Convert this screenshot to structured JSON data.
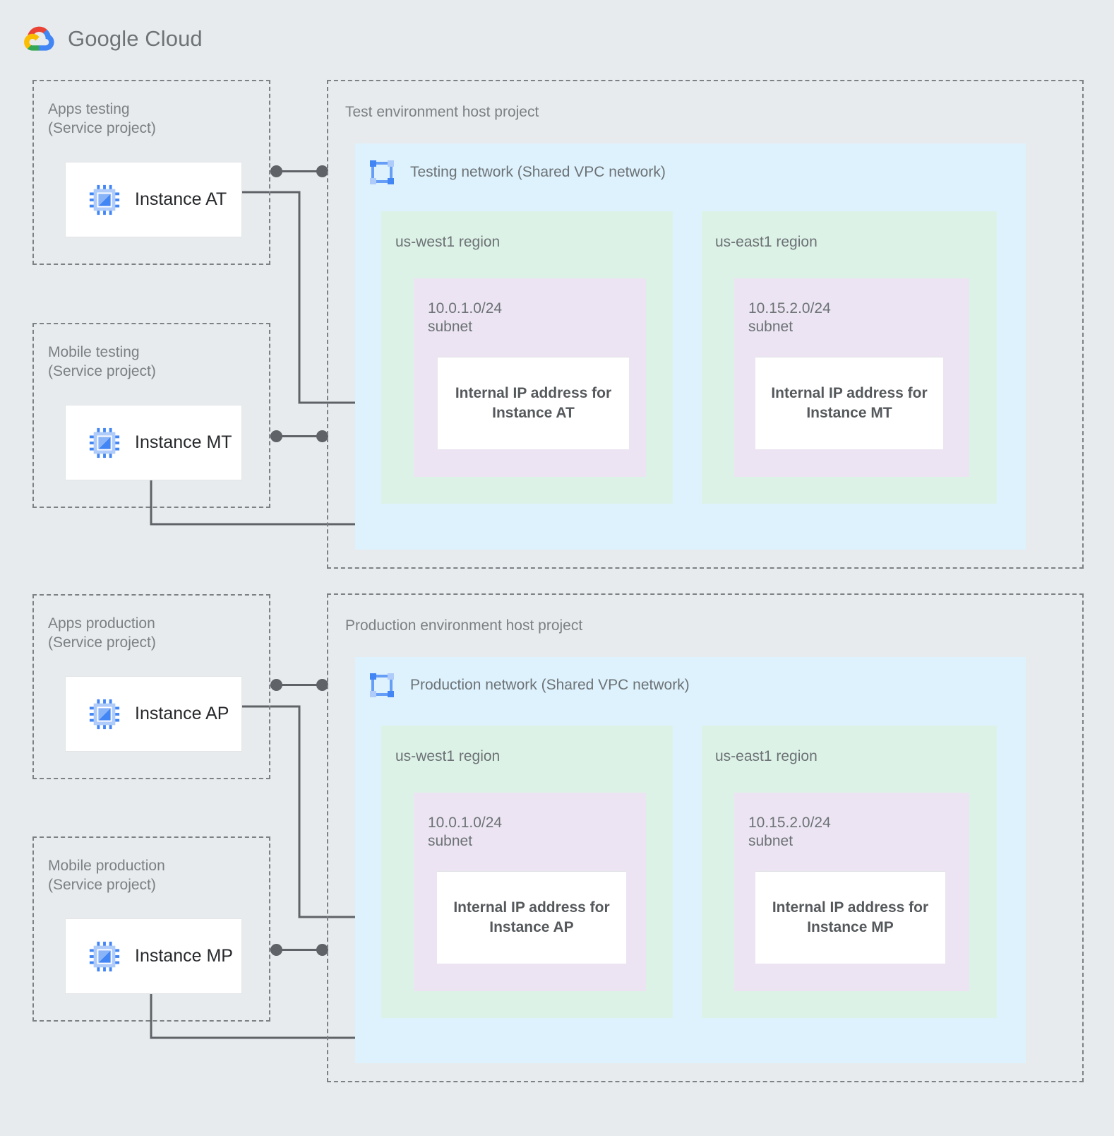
{
  "brand": {
    "name": "Google Cloud",
    "logo_icon": "google-cloud-logo",
    "colors": {
      "red": "#ea4335",
      "yellow": "#fbbc04",
      "green": "#34a853",
      "blue": "#4285f4"
    }
  },
  "palette": {
    "page_background": "#e8ebed",
    "vpc_panel": "#def2fd",
    "region_box": "#ddf2e7",
    "subnet_box": "#ece4f2",
    "card_background": "#ffffff",
    "connector": "#5f6368",
    "dashed_border": "#7c8185",
    "label_text": "#6c7275",
    "instance_text": "#26282b",
    "ip_text": "#55595c",
    "icon_blue": "#4285f4",
    "icon_blue_light": "#8ab4f8"
  },
  "service_projects": [
    {
      "id": "apps-testing",
      "title": "Apps testing\n(Service project)",
      "instance": {
        "label": "Instance AT",
        "icon": "vm-instance-icon"
      }
    },
    {
      "id": "mobile-testing",
      "title": "Mobile testing\n(Service project)",
      "instance": {
        "label": "Instance MT",
        "icon": "vm-instance-icon"
      }
    },
    {
      "id": "apps-production",
      "title": "Apps production\n(Service project)",
      "instance": {
        "label": "Instance AP",
        "icon": "vm-instance-icon"
      }
    },
    {
      "id": "mobile-production",
      "title": "Mobile production\n(Service project)",
      "instance": {
        "label": "Instance MP",
        "icon": "vm-instance-icon"
      }
    }
  ],
  "host_projects": [
    {
      "id": "test-environment",
      "title": "Test environment host project",
      "network": {
        "title": "Testing network (Shared VPC network)",
        "icon": "vpc-network-icon"
      },
      "regions": [
        {
          "id": "test-us-west1",
          "title": "us-west1 region",
          "subnet": {
            "title": "10.0.1.0/24\nsubnet",
            "ip_card": "Internal IP address for\nInstance AT"
          }
        },
        {
          "id": "test-us-east1",
          "title": "us-east1 region",
          "subnet": {
            "title": "10.15.2.0/24\nsubnet",
            "ip_card": "Internal IP address for\nInstance MT"
          }
        }
      ]
    },
    {
      "id": "production-environment",
      "title": "Production environment host project",
      "network": {
        "title": "Production network (Shared VPC network)",
        "icon": "vpc-network-icon"
      },
      "regions": [
        {
          "id": "prod-us-west1",
          "title": "us-west1 region",
          "subnet": {
            "title": "10.0.1.0/24\nsubnet",
            "ip_card": "Internal IP address for\nInstance AP"
          }
        },
        {
          "id": "prod-us-east1",
          "title": "us-east1 region",
          "subnet": {
            "title": "10.15.2.0/24\nsubnet",
            "ip_card": "Internal IP address for\nInstance MP"
          }
        }
      ]
    }
  ],
  "connections": [
    {
      "id": "at-attach",
      "from": "apps-testing",
      "to": "test-environment",
      "style": "dot-line-dot"
    },
    {
      "id": "at-ip",
      "from": "Instance AT",
      "to": "Internal IP address for Instance AT",
      "style": "elbow"
    },
    {
      "id": "mt-attach",
      "from": "mobile-testing",
      "to": "test-environment",
      "style": "dot-line-dot"
    },
    {
      "id": "mt-ip",
      "from": "Instance MT",
      "to": "Internal IP address for Instance MT",
      "style": "elbow"
    },
    {
      "id": "ap-attach",
      "from": "apps-production",
      "to": "production-environment",
      "style": "dot-line-dot"
    },
    {
      "id": "ap-ip",
      "from": "Instance AP",
      "to": "Internal IP address for Instance AP",
      "style": "elbow"
    },
    {
      "id": "mp-attach",
      "from": "mobile-production",
      "to": "production-environment",
      "style": "dot-line-dot"
    },
    {
      "id": "mp-ip",
      "from": "Instance MP",
      "to": "Internal IP address for Instance MP",
      "style": "elbow"
    }
  ]
}
